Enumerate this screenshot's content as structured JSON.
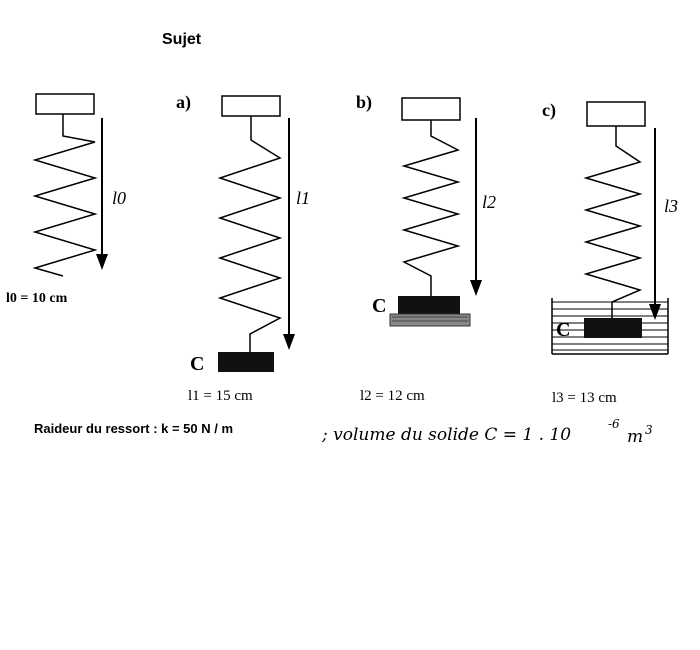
{
  "title": "Sujet",
  "panels": {
    "rest": {
      "letter": "",
      "length_symbol": "l0",
      "caption": "l0 = 10 cm"
    },
    "a": {
      "letter": "a)",
      "length_symbol": "l1",
      "mass_label": "C",
      "caption": "l1 = 15 cm"
    },
    "b": {
      "letter": "b)",
      "length_symbol": "l2",
      "mass_label": "C",
      "caption": "l2 = 12 cm"
    },
    "c": {
      "letter": "c)",
      "length_symbol": "l3",
      "mass_label": "C",
      "caption": "l3 = 13 cm"
    }
  },
  "stiffness_text": "Raideur du ressort : k = 50 N / m",
  "volume_text": "; volume du solide C = 1 . 10",
  "volume_exponent": "-6",
  "volume_unit": "m",
  "volume_unit_exponent": "3"
}
